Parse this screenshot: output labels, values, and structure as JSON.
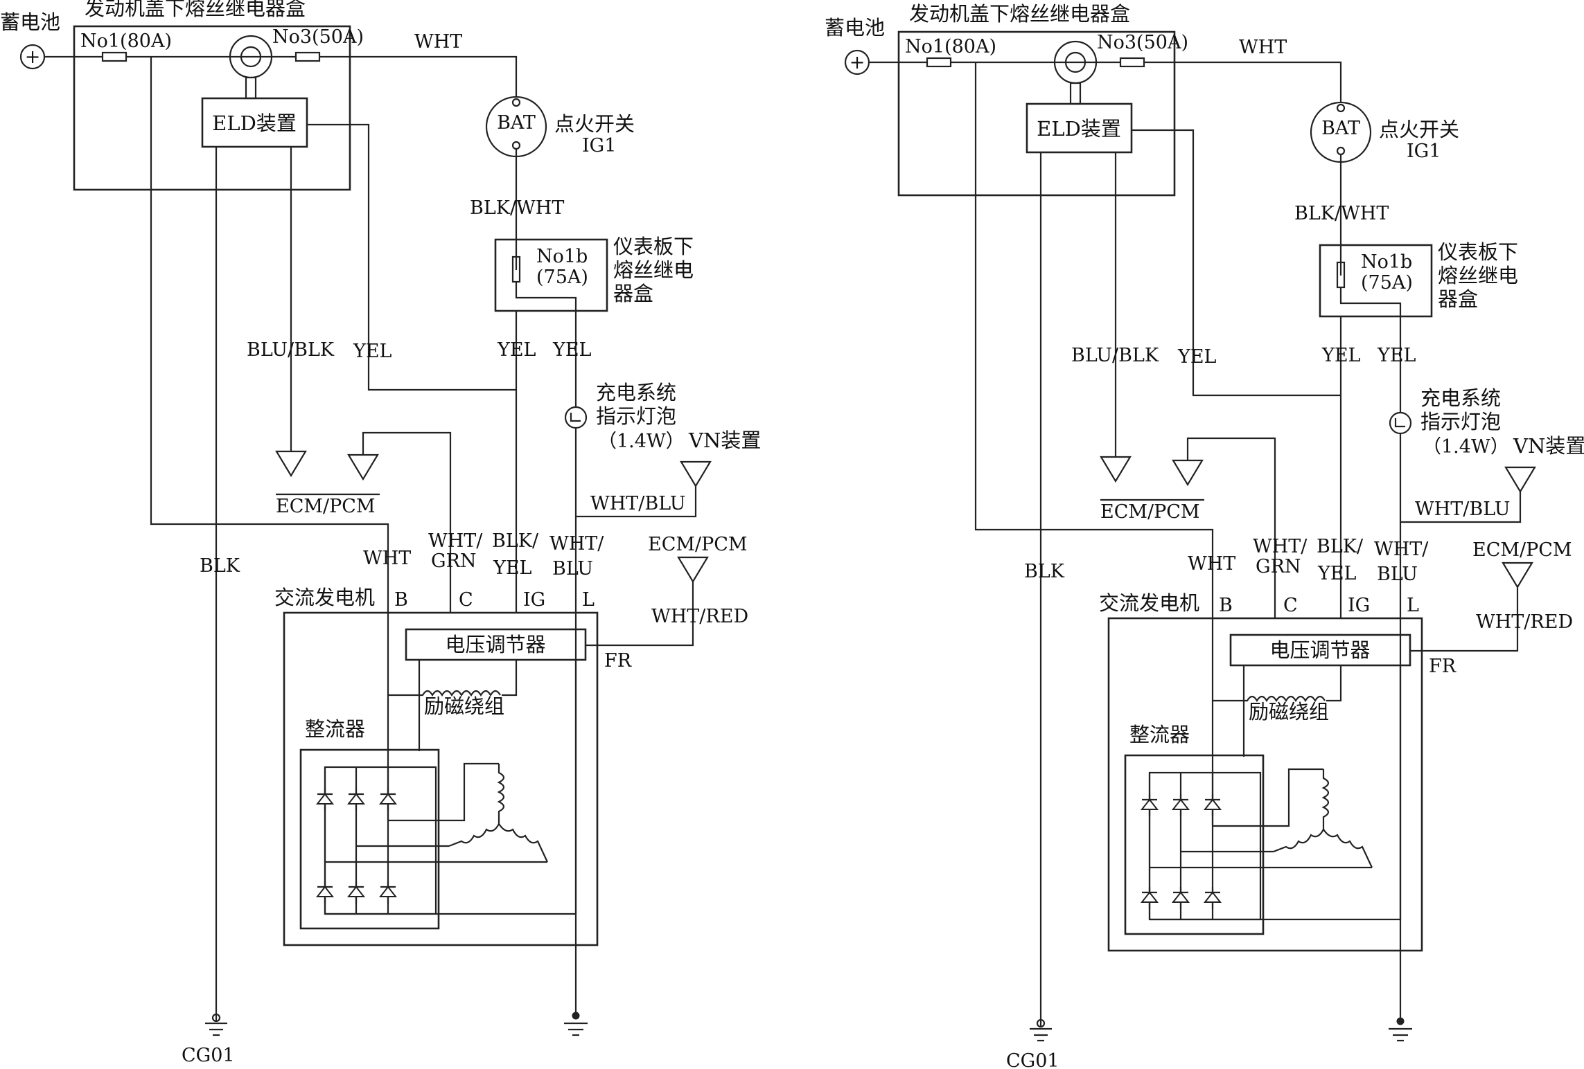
{
  "labels": {
    "battery": "蓄电池",
    "plus_sign": "+",
    "engine_fuse_box": "发动机盖下熔丝继电器盒",
    "fuse_no1": "No1(80A)",
    "fuse_no3": "No3(50A)",
    "eld_unit": "ELD装置",
    "wire_wht": "WHT",
    "bat": "BAT",
    "ignition_switch": "点火开关",
    "ig1": "IG1",
    "wire_blk_wht": "BLK/WHT",
    "fuse_no1b_a": "No1b",
    "fuse_no1b_b": "(75A)",
    "dash_box_1": "仪表板下",
    "dash_box_2": "熔丝继电",
    "dash_box_3": "器盒",
    "wire_blu_blk": "BLU/BLK",
    "wire_yel": "YEL",
    "charge_lamp_1": "充电系统",
    "charge_lamp_2": "指示灯泡",
    "charge_lamp_3": "（1.4W）",
    "vn_unit": "VN装置",
    "ecm_pcm": "ECM/PCM",
    "wire_wht_blu": "WHT/BLU",
    "wire_wht_grn_1": "WHT/",
    "wire_wht_grn_2": "GRN",
    "wire_blk_yel_1": "BLK/",
    "wire_blk_yel_2": "YEL",
    "wire_wht_blu_1": "WHT/",
    "wire_wht_blu_2": "BLU",
    "wire_blk": "BLK",
    "alternator": "交流发电机",
    "term_b": "B",
    "term_c": "C",
    "term_ig": "IG",
    "term_l": "L",
    "wire_wht_red": "WHT/RED",
    "term_fr": "FR",
    "voltage_regulator": "电压调节器",
    "field_winding": "励磁绕组",
    "rectifier": "整流器",
    "ground": "CG01"
  },
  "colors": {
    "line": "#222222",
    "text": "#111111",
    "background": "#ffffff"
  }
}
